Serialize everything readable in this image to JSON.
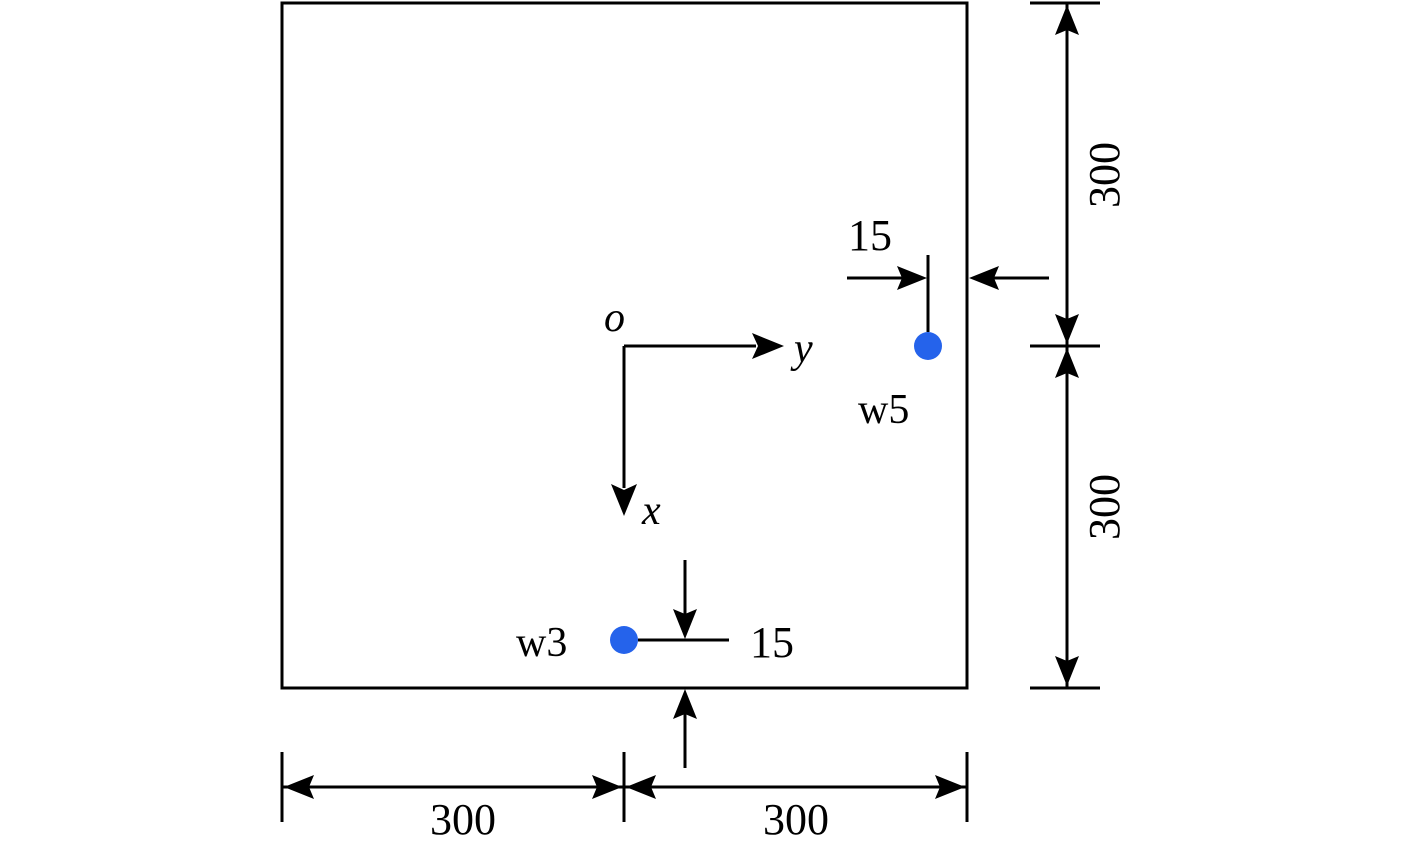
{
  "colors": {
    "line": "#000000",
    "point": "#2563eb",
    "background": "#ffffff"
  },
  "axes": {
    "origin_label": "o",
    "y_label": "y",
    "x_label": "x"
  },
  "points": {
    "w5": {
      "label": "w5"
    },
    "w3": {
      "label": "w3"
    }
  },
  "dimensions": {
    "bottom_left": "300",
    "bottom_right": "300",
    "right_top": "300",
    "right_bottom": "300",
    "w5_offset": "15",
    "w3_offset": "15"
  }
}
